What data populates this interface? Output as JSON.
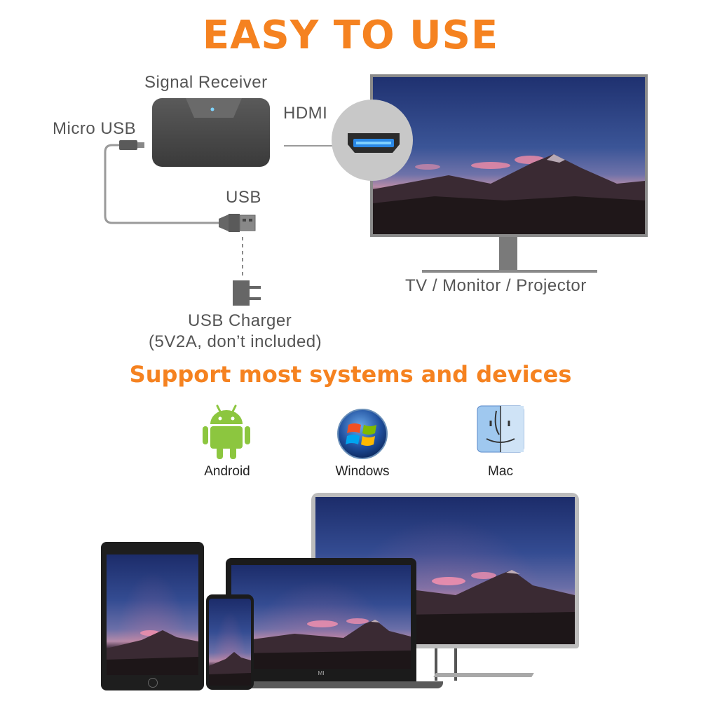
{
  "title": "EASY TO USE",
  "colors": {
    "accent": "#f58220",
    "text_gray": "#555555",
    "device_dark": "#4a4a4a",
    "cable_gray": "#9a9a9a"
  },
  "diagram": {
    "signal_receiver_label": "Signal Receiver",
    "hdmi_label": "HDMI",
    "micro_usb_label": "Micro USB",
    "usb_label": "USB",
    "charger_label_line1": "USB Charger",
    "charger_label_line2": "(5V2A, don’t included)",
    "display_label": "TV / Monitor / Projector"
  },
  "support": {
    "heading": "Support most systems and devices",
    "systems": [
      {
        "label": "Android",
        "icon": "android-icon"
      },
      {
        "label": "Windows",
        "icon": "windows-icon"
      },
      {
        "label": "Mac",
        "icon": "mac-finder-icon"
      }
    ]
  },
  "laptop_brand": "MI"
}
